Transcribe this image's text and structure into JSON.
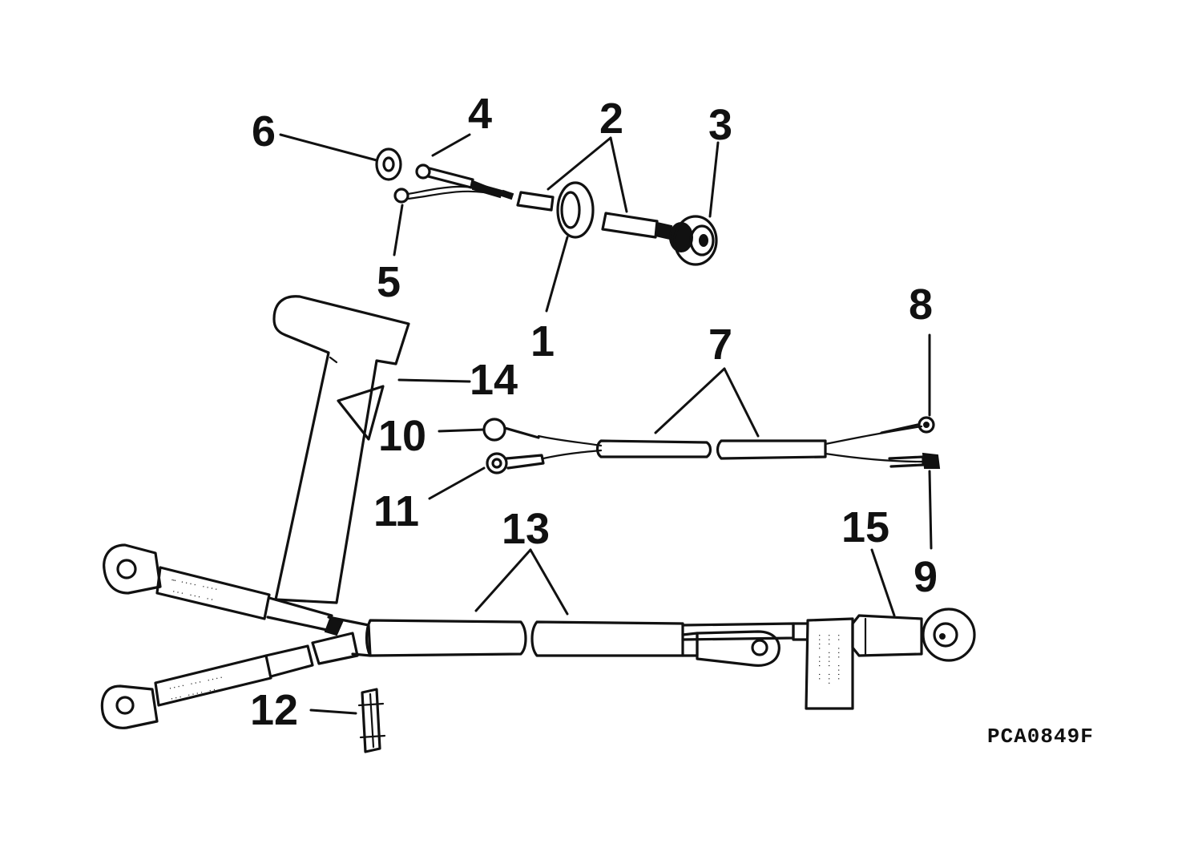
{
  "diagram": {
    "callouts": {
      "c1": "1",
      "c2": "2",
      "c3": "3",
      "c4": "4",
      "c5": "5",
      "c6": "6",
      "c7": "7",
      "c8": "8",
      "c9": "9",
      "c10": "10",
      "c11": "11",
      "c12": "12",
      "c13": "13",
      "c14": "14",
      "c15": "15"
    },
    "figure_code": "PCA0849F"
  }
}
